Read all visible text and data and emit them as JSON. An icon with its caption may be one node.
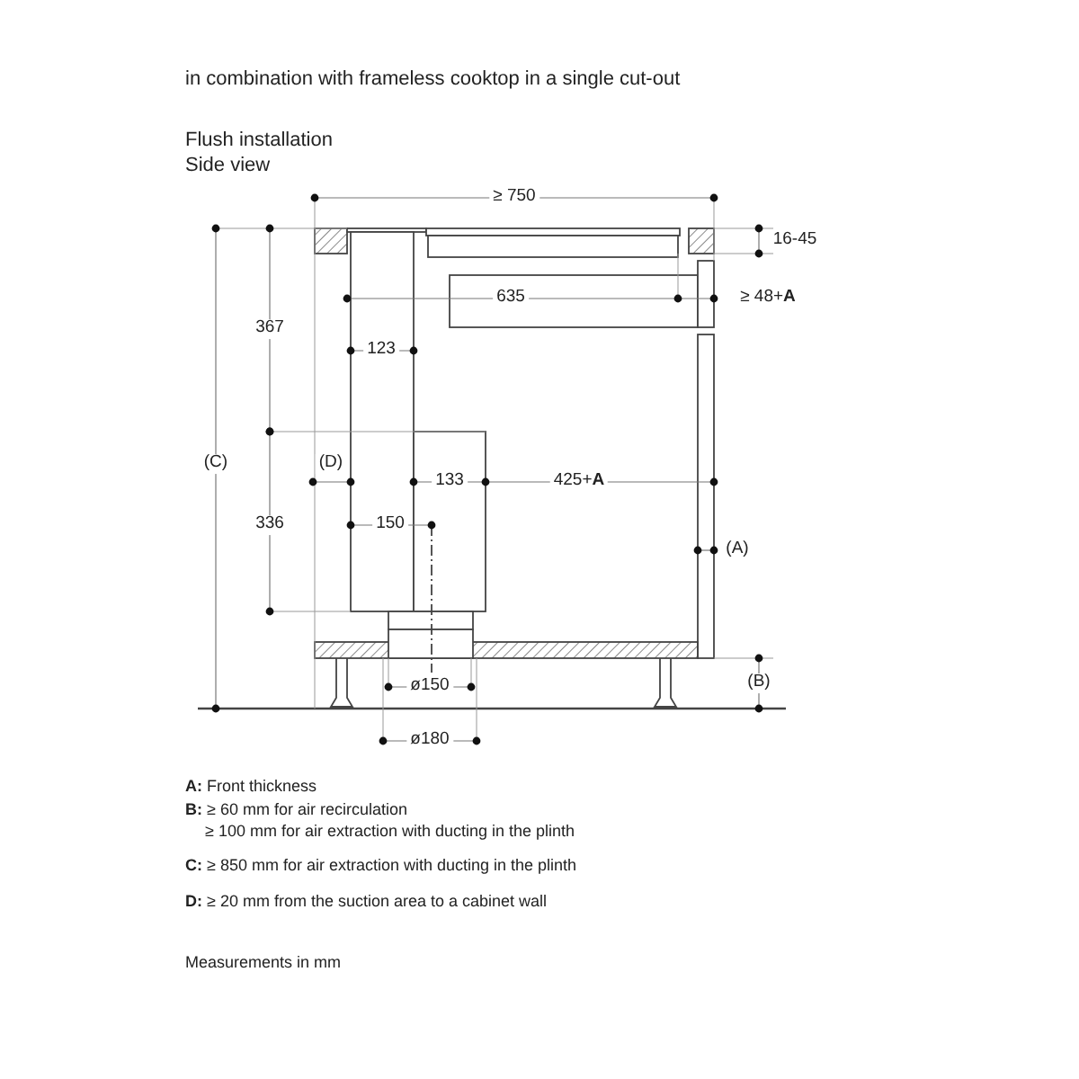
{
  "diagram": {
    "title": "in combination with frameless cooktop in a single cut-out",
    "labels": [
      "Flush installation",
      "Side view",
      "≥ 750",
      "16-45",
      "635",
      "≥ 48+**A**",
      "367",
      "123",
      "(C)",
      "(D)",
      "133",
      "425+**A**",
      "336",
      "150",
      "(A)",
      "ø150",
      "(B)",
      "ø180",
      "**A:** Front thickness",
      "**B:** ≥ 60 mm for air recirculation",
      "≥ 100 mm for air extraction with ducting in the plinth",
      "**C:** ≥ 850 mm for air extraction with ducting in the plinth",
      "**D:** ≥ 20 mm from the suction area to a cabinet wall",
      "Measurements in mm"
    ]
  }
}
